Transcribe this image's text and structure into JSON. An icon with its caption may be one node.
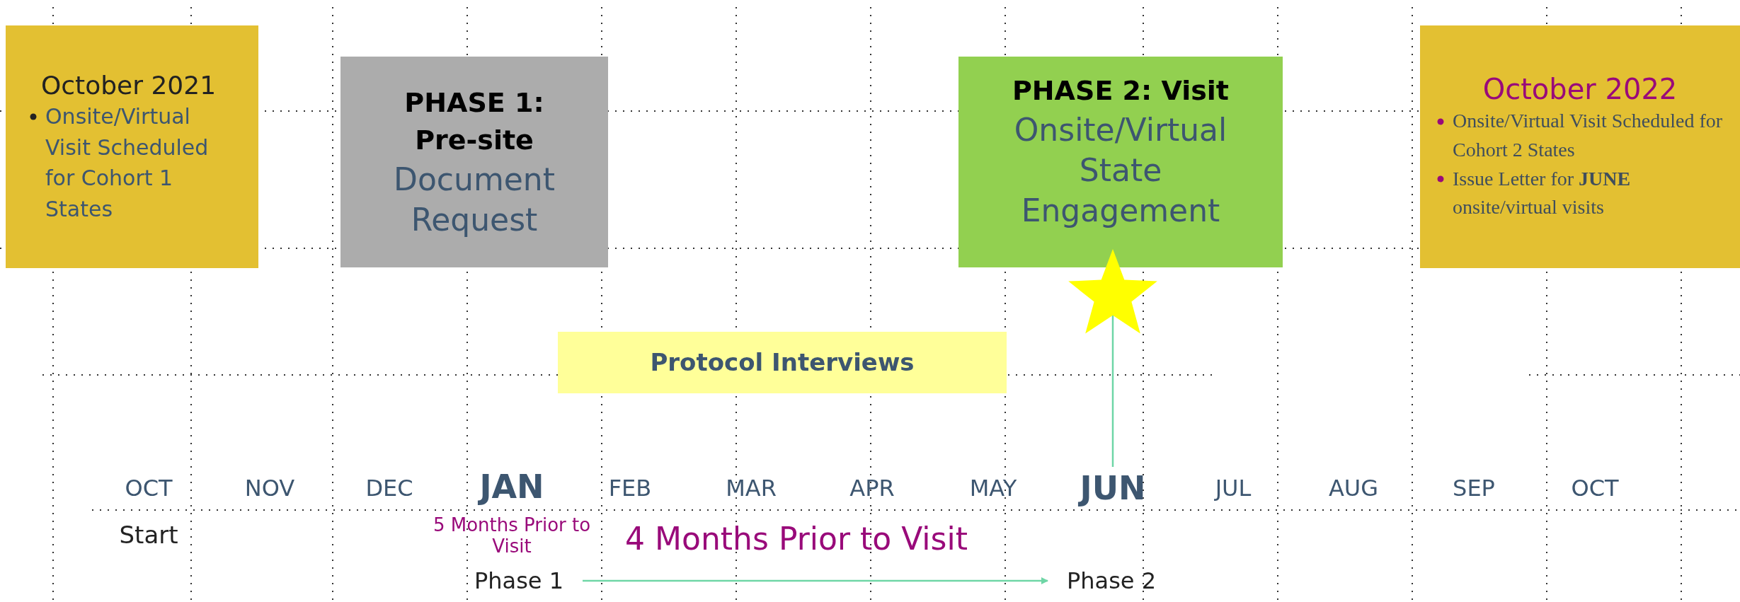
{
  "diagram": {
    "nodes": [
      {
        "text": [
          "October 2021",
          "Onsite/Virtual Visit Scheduled for Cohort 1 States"
        ]
      },
      {
        "text": [
          "PHASE 1: Pre-site",
          "Document Request"
        ]
      },
      {
        "text": [
          "PHASE 2: Visit",
          "Onsite/Virtual State Engagement"
        ]
      },
      {
        "text": [
          "October 2022",
          "Onsite/Virtual Visit Scheduled for Cohort 2 States",
          "Issue Letter for **JUNE** onsite/virtual visits"
        ]
      },
      {
        "text": [
          "Protocol Interviews"
        ]
      },
      {
        "text": [],
        "shape": "star"
      },
      {
        "text": [
          "JUN"
        ]
      },
      {
        "text": [
          "Phase 1"
        ]
      },
      {
        "text": [
          "Phase 2"
        ]
      }
    ],
    "edges": [
      {
        "from": 5,
        "to": 6,
        "arrow": "none"
      },
      {
        "from": 7,
        "to": 8,
        "arrow": "to"
      }
    ],
    "labels": [
      "OCT",
      "NOV",
      "DEC",
      "JAN",
      "FEB",
      "MAR",
      "APR",
      "MAY",
      "JUL",
      "AUG",
      "SEP",
      "OCT",
      "Start",
      "5 Months Prior to Visit",
      "4 Months Prior to Visit"
    ]
  }
}
